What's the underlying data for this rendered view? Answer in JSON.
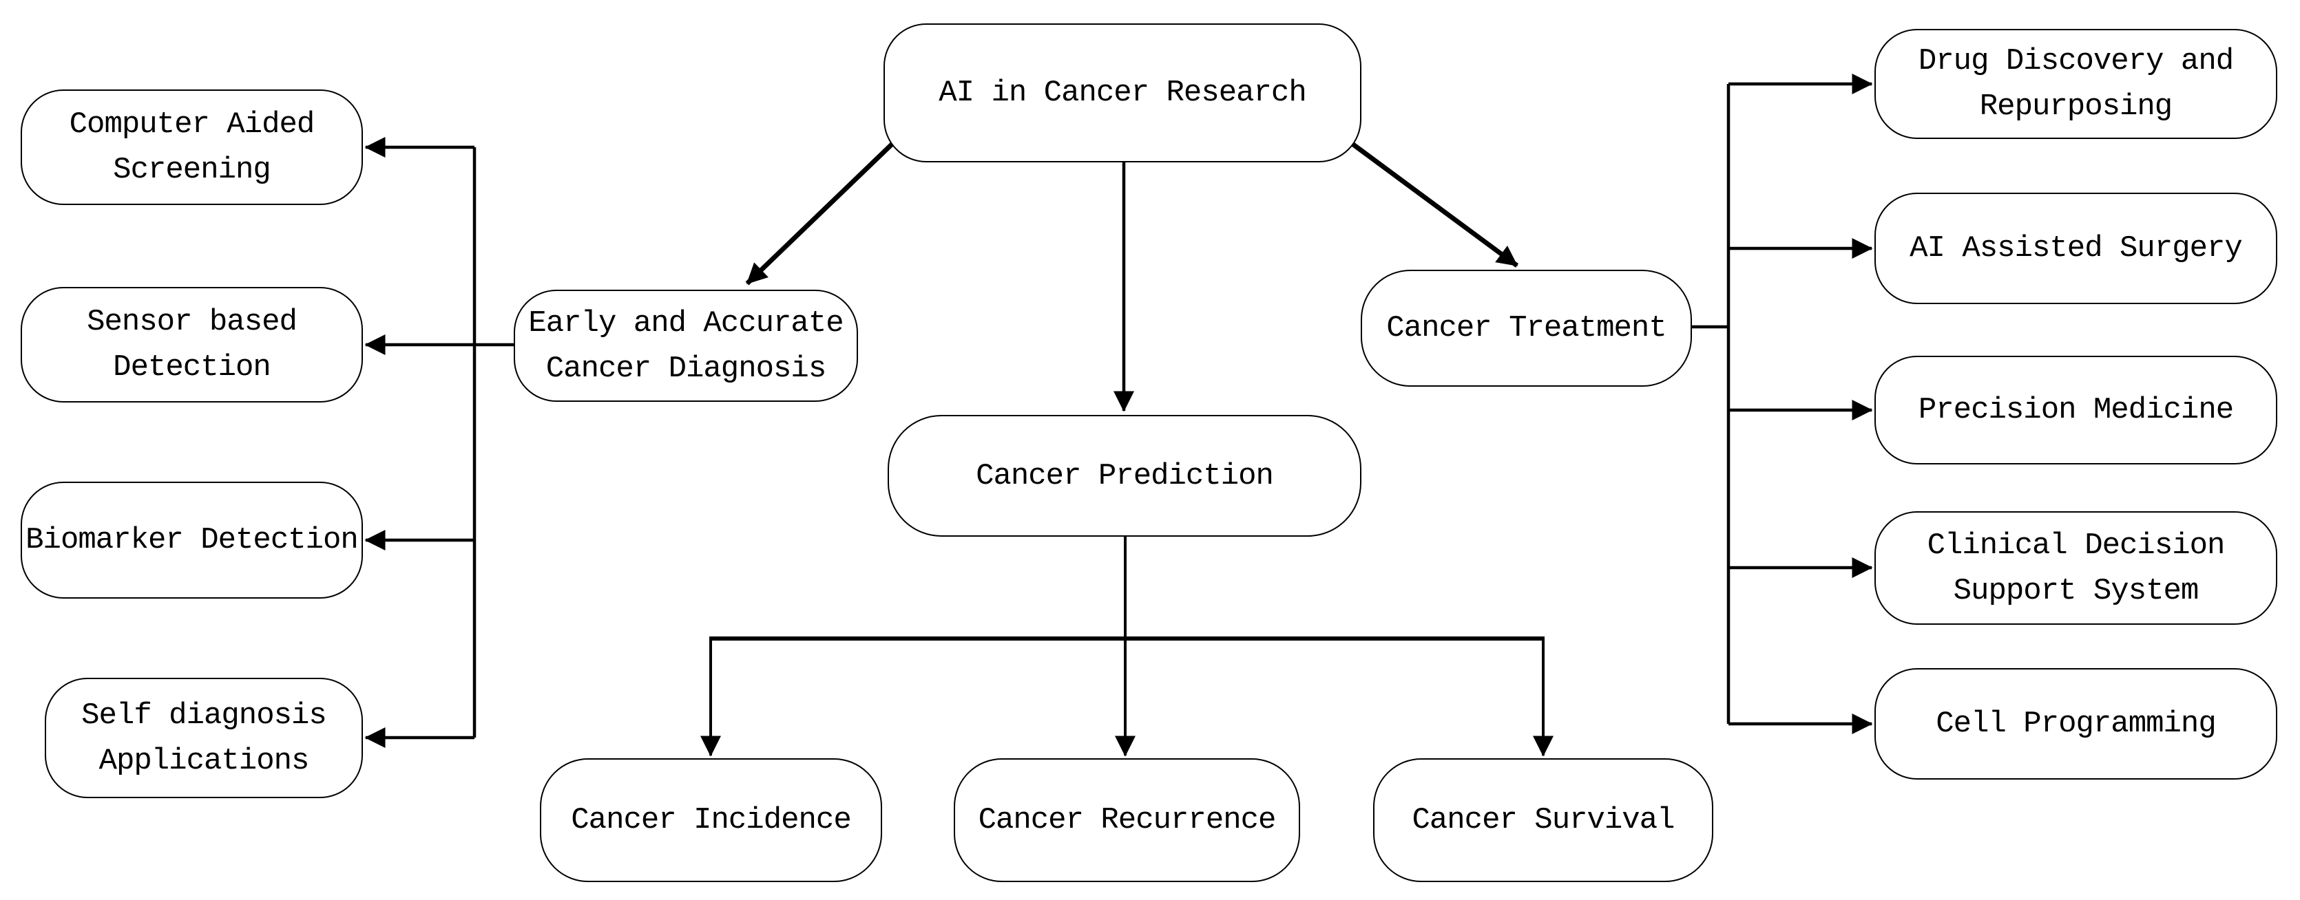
{
  "diagram_title": "AI in Cancer Research",
  "colors": {
    "background": "#ffffff",
    "box_fill": "#ffffff",
    "box_border": "#000000",
    "connector": "#000000",
    "text": "#000000"
  },
  "nodes": {
    "root": {
      "label": "AI in Cancer Research"
    },
    "diagnosis": {
      "label": [
        "Early and Accurate",
        "Cancer Diagnosis"
      ]
    },
    "prediction": {
      "label": "Cancer Prediction"
    },
    "treatment": {
      "label": "Cancer Treatment"
    },
    "computer_aided_screening": {
      "label": [
        "Computer Aided",
        "Screening"
      ]
    },
    "sensor_based_detection": {
      "label": [
        "Sensor based",
        "Detection"
      ]
    },
    "biomarker_detection": {
      "label": "Biomarker Detection"
    },
    "self_diagnosis_applications": {
      "label": [
        "Self diagnosis",
        "Applications"
      ]
    },
    "drug_discovery_and_repurposing": {
      "label": [
        "Drug Discovery and",
        "Repurposing"
      ]
    },
    "ai_assisted_surgery": {
      "label": "AI Assisted Surgery"
    },
    "precision_medicine": {
      "label": "Precision Medicine"
    },
    "clinical_decision_support_system": {
      "label": [
        "Clinical Decision",
        "Support System"
      ]
    },
    "cell_programming": {
      "label": "Cell Programming"
    },
    "cancer_incidence": {
      "label": "Cancer Incidence"
    },
    "cancer_recurrence": {
      "label": "Cancer Recurrence"
    },
    "cancer_survival": {
      "label": "Cancer Survival"
    }
  },
  "structure": {
    "root": "AI in Cancer Research",
    "children": [
      {
        "node": "Early and Accurate Cancer Diagnosis",
        "children": [
          "Computer Aided Screening",
          "Sensor based Detection",
          "Biomarker Detection",
          "Self diagnosis Applications"
        ]
      },
      {
        "node": "Cancer Prediction",
        "children": [
          "Cancer Incidence",
          "Cancer Recurrence",
          "Cancer Survival"
        ]
      },
      {
        "node": "Cancer Treatment",
        "children": [
          "Drug Discovery and Repurposing",
          "AI Assisted Surgery",
          "Precision Medicine",
          "Clinical Decision Support System",
          "Cell Programming"
        ]
      }
    ]
  }
}
